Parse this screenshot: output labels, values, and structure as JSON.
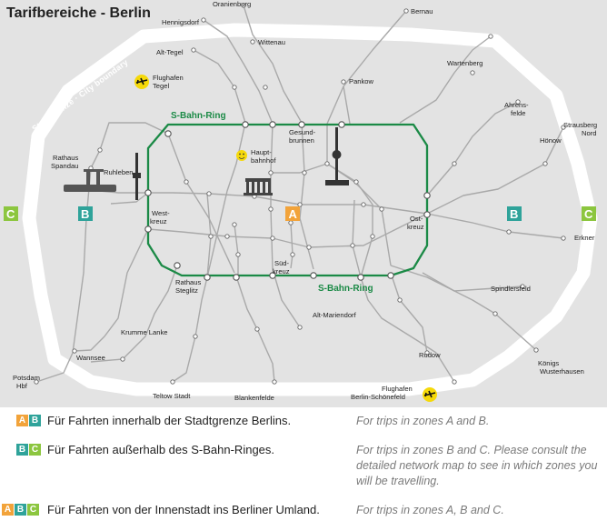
{
  "title": "Tarifbereiche - Berlin",
  "colors": {
    "zone_a": "#f2a33a",
    "zone_b": "#2fa39a",
    "zone_c": "#8cc63f",
    "ring": "#1b8a46",
    "rail": "#a9a9a9",
    "boundary": "#ffffff",
    "background": "#e3e3e3"
  },
  "map": {
    "ring_label": "S-Bahn-Ring",
    "boundary_label": "Stadtgrenze · City boundary",
    "zones": {
      "a": "A",
      "b": "B",
      "c": "C"
    },
    "airports": {
      "tegel": [
        "Flughafen",
        "Tegel"
      ],
      "schoenefeld": [
        "Flughafen",
        "Berlin-Schönefeld"
      ]
    },
    "stations": {
      "oranienburg": "Oranienburg",
      "bernau": "Bernau",
      "hennigsdorf": "Hennigsdorf",
      "wittenau": "Wittenau",
      "alt_tegel": "Alt-Tegel",
      "wartenberg": "Wartenberg",
      "pankow": "Pankow",
      "ahrensfelde": [
        "Ahrens-",
        "felde"
      ],
      "strausberg": [
        "Strausberg",
        "Nord"
      ],
      "hoenow": "Hönow",
      "gesundbrunnen": [
        "Gesund-",
        "brunnen"
      ],
      "hauptbahnhof": [
        "Haupt-",
        "bahnhof"
      ],
      "rathaus_spandau": [
        "Rathaus",
        "Spandau"
      ],
      "ruhleben": "Ruhleben",
      "westkreuz": [
        "West-",
        "kreuz"
      ],
      "ostkreuz": [
        "Ost-",
        "kreuz"
      ],
      "erkner": "Erkner",
      "suedkreuz": [
        "Süd-",
        "kreuz"
      ],
      "spindlersfeld": "Spindlersfeld",
      "rathaus_steglitz": [
        "Rathaus",
        "Steglitz"
      ],
      "alt_mariendorf": "Alt-Mariendorf",
      "krumme_lanke": "Krumme Lanke",
      "wannsee": "Wannsee",
      "rudow": "Rudow",
      "koenigs_wusterhausen": [
        "Königs",
        "Wusterhausen"
      ],
      "potsdam": [
        "Potsdam",
        "Hbf"
      ],
      "teltow": "Teltow Stadt",
      "blankenfelde": "Blankenfelde"
    }
  },
  "legend": [
    {
      "zones": [
        "A",
        "B"
      ],
      "de": "Für Fahrten innerhalb der Stadtgrenze Berlins.",
      "en": "For trips in zones A and B."
    },
    {
      "zones": [
        "B",
        "C"
      ],
      "de": "Für Fahrten außerhalb des S-Bahn-Ringes.",
      "en": "For trips in zones B and C. Please consult the detailed network map to see in which zones you will be travelling."
    },
    {
      "zones": [
        "A",
        "B",
        "C"
      ],
      "de": "Für Fahrten von der Innenstadt ins Berliner Umland.",
      "en": "For trips in zones A, B and C."
    }
  ]
}
